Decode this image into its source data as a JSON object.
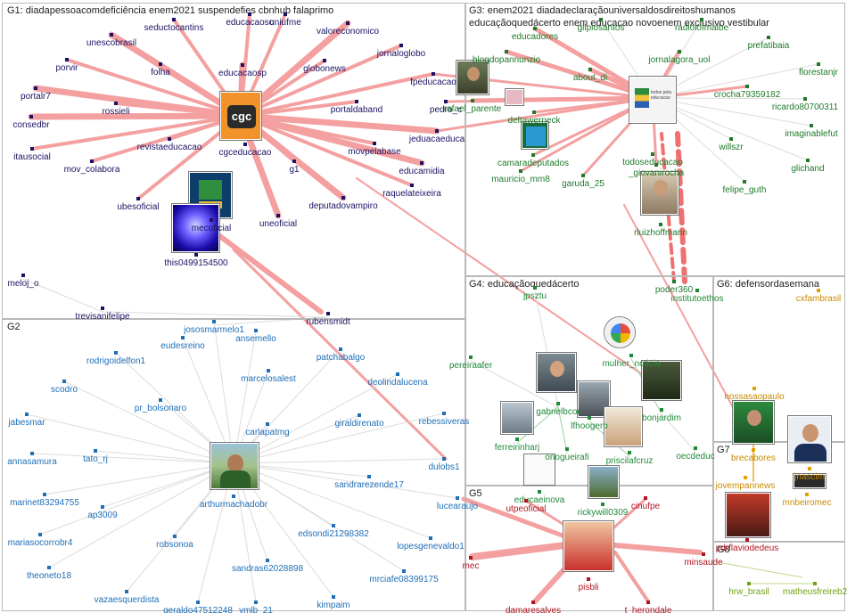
{
  "groups": {
    "g1": {
      "label": "G1: diadapessoacomdeficiência enem2021 suspendefies cbnhub falaprimo"
    },
    "g2": {
      "label": "G2"
    },
    "g3": {
      "line1": "G3: enem2021 diadadeclaraçãouniversaldosdireitoshumanos",
      "line2": "educaçãoquedácerto enem educacao novoenem exclusivo vestibular"
    },
    "g4": {
      "label": "G4: educaçãoquedácerto"
    },
    "g5": {
      "label": "G5"
    },
    "g6": {
      "label": "G6: defensordasemana"
    },
    "g7": {
      "label": "G7"
    },
    "g8": {
      "label": "G8"
    }
  },
  "nodes": {
    "n_seductocantins": "seductocantins",
    "n_educacaosc": "educacaosc",
    "n_uniufme": "uniufme",
    "n_valoreconomico": "valoreconomico",
    "n_unescobrasil": "unescobrasil",
    "n_jornaloglobo": "jornaloglobo",
    "n_porvir": "porvir",
    "n_folha": "folha",
    "n_educacaosp": "educacaosp",
    "n_globonews": "globonews",
    "n_fpeducacao": "fpeducacao",
    "n_portal7": "portalr7",
    "n_rossieli": "rossieli",
    "n_portaldaband": "portaldaband",
    "n_pedrocc": "pedro_c",
    "n_consedbr": "consedbr",
    "n_revistaeducacao": "revistaeducacao",
    "n_cgceducacao": "cgceducacao",
    "n_movpelabase": "movpelabase",
    "n_jeduacaeduca": "jeduacaeduca",
    "n_itausocial": "itausocial",
    "n_movcolabora": "mov_colabora",
    "n_g1": "g1",
    "n_educamidia": "educamidia",
    "n_raquelateixeira": "raquelateixeira",
    "n_deputadovampiro": "deputadovampiro",
    "n_ubesoficial": "ubesoficial",
    "n_mec_g1": "mecoficial",
    "n_uneoficial": "uneoficial",
    "n_this": "this0499154500",
    "n_melojo": "meloj_o",
    "n_trevisanifelipe": "trevisanifelipe",
    "n_rubensmidt": "rubensmidt",
    "n_josos": "jososmarmelo1",
    "n_ansemello": "ansemello",
    "n_eudesreino": "eudesreino",
    "n_rodrigoidelfon1": "rodrigoidelfon1",
    "n_patchabalgo": "patchabalgo",
    "n_marcelosalest": "marcelosalest",
    "n_deolindalucena": "deolindalucena",
    "n_scodro": "scodro",
    "n_prbolsonaro": "pr_bolsonaro",
    "n_jabesmar": "jabesmar",
    "n_carlapatmg": "carlapatmg",
    "n_giraldirenato": "giraldirenato",
    "n_rebessiveras": "rebessiveras",
    "n_tatorj": "tato_rj",
    "n_annasamura": "annasamura",
    "n_dulobs1": "dulobs1",
    "n_sandrarezende17": "sandrarezende17",
    "n_marinet": "marinet83294755",
    "n_arthur": "arthurmachadobr",
    "n_ap3009": "ap3009",
    "n_lucearaujo": "lucearaujo",
    "n_edsondi": "edsondi21298382",
    "n_mariaso": "mariasocorrobr4",
    "n_robsonoa": "robsonoa",
    "n_lopesgenevaldo1": "lopesgenevaldo1",
    "n_theoneto18": "theoneto18",
    "n_sandras": "sandras62028898",
    "n_mrciafe": "mrciafe08399175",
    "n_vazaesquerdista": "vazaesquerdista",
    "n_geraldo": "geraldo47512248",
    "n_vmlb21": "vmlb_21",
    "n_kimpaim": "kimpaim",
    "n_educadores": "educadores",
    "n_gilpiosantos": "gilpiosantos",
    "n_radiolofmaibe": "radiolofmaibe",
    "n_prefatibaia": "prefatibaia",
    "n_blogdopannunzio": "blogdopannunzio",
    "n_jornalagorauol": "jornalagora_uol",
    "n_florestanjr": "florestanjr",
    "n_aboutdi": "about_di",
    "n_crocha": "crocha79359182",
    "n_rafaelparente": "rafael_parente",
    "n_deltawerneck": "deltawerneck",
    "n_ricardo": "ricardo80700311",
    "n_todoseducacao": "todoseducacao",
    "n_imaginablefut": "imaginablefut",
    "n_camaradeputados": "camaradeputados",
    "n_willszr": "willszr",
    "n_mauriciomm8": "mauricio_mm8",
    "n_giovanirocha": "_giovanirocha",
    "n_glichand": "glichand",
    "n_garuda25": "garuda_25",
    "n_felipeguth": "felipe_guth",
    "n_rluizhoffmann": "rluizhoffmann",
    "n_poder360": "poder360",
    "n_institutoethos": "institutoethos",
    "n_jpsztu": "jpsztu",
    "n_pereiraafer": "pereiraafer",
    "n_mulhernoticia": "mulher_noticia",
    "n_gabrielbcor": "gabrielbcor",
    "n_bonjardim": "bonjardim",
    "n_lfhoogerb": "lfhoogerb",
    "n_ferreirinharj": "ferreirinharj",
    "n_onogueirafi": "onogueirafi",
    "n_priscilafcruz": "priscilafcruz",
    "n_oecdeduc": "oecdeduc",
    "n_educaeinova": "educaeinova",
    "n_rickywill": "rickywill0309",
    "n_defensorsemana": "cxfambrasil",
    "n_nossasaopaulo": "nossasaopaulo",
    "n_brecabores": "brecabores",
    "n_jnascim": "jnascim",
    "n_jovempannews": "jovempannews",
    "n_mnbeiromec": "mnbeiromec",
    "n_utpeoficial": "utpeoficial",
    "n_cinufpe": "cinufpe",
    "n_mec": "mec",
    "n_pisbli": "pisbli",
    "n_minsaude": "minsaude",
    "n_padflavio": "pdrflaviodedeus",
    "n_damaresalves": "damaresalves",
    "n_therondale": "t_herondale",
    "n_hrwbrasil": "hrw_brasil",
    "n_matheusfreireb2": "matheusfreireb2"
  },
  "colors": {
    "g1": "#1b1464",
    "g2": "#1f6fb7",
    "g3": "#1f7a2a",
    "g4": "#218a3a",
    "g5": "#b01622",
    "g6": "#e0a000",
    "g7": "#1b1464",
    "g8": "#6fa316",
    "edge_strong": "#f4a0a0",
    "edge_light": "#dcdcdc"
  },
  "icons": {
    "cgc_logo": "cgc",
    "mulher_logo": "Mulher noticia",
    "todos_logo": "todos pela educacao"
  }
}
